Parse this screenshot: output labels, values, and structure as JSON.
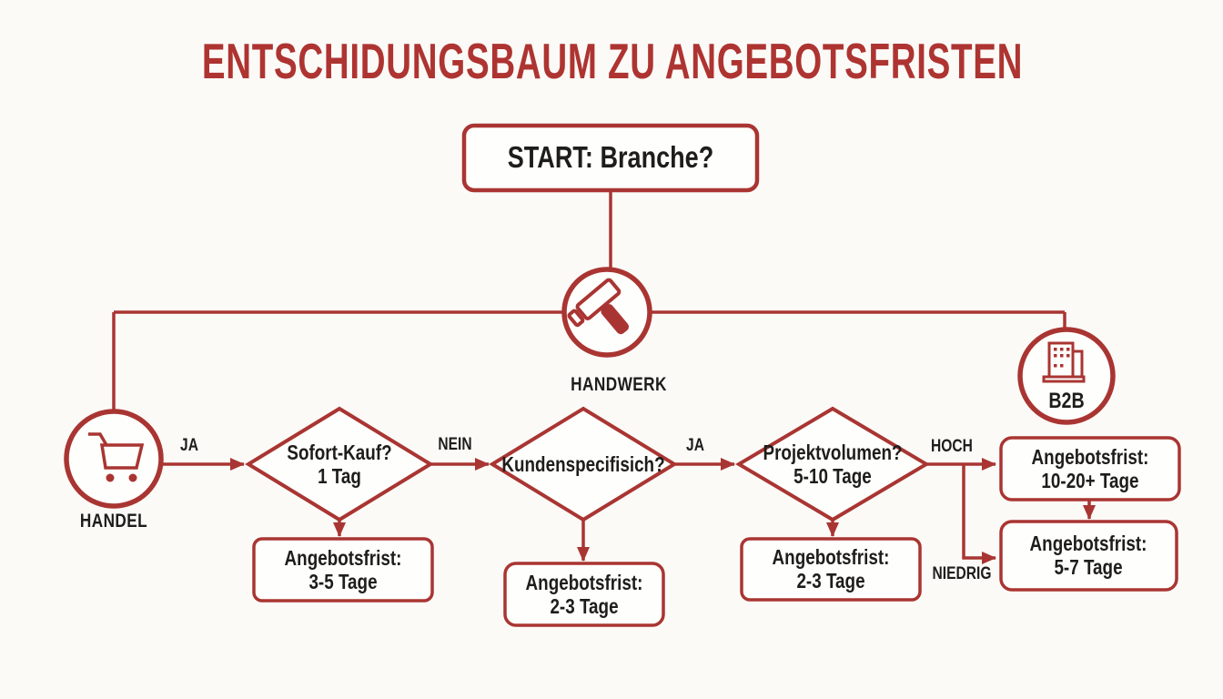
{
  "title": "ENTSCHIDUNGSBAUM ZU ANGEBOTSFRISTEN",
  "colors": {
    "accent": "#A93532",
    "title": "#AE3431",
    "text": "#1E1D1B",
    "background": "#FBFAF7"
  },
  "start": {
    "label": "START: Branche?"
  },
  "branches": {
    "handel": {
      "label": "HANDEL",
      "icon": "shopping-cart-icon"
    },
    "handwerk": {
      "label": "HANDWERK",
      "icon": "hammer-icon"
    },
    "b2b": {
      "label": "B2B",
      "icon": "building-icon"
    }
  },
  "decisions": [
    {
      "line1": "Sofort-Kauf?",
      "line2": "1 Tag"
    },
    {
      "line1": "Kundenspecifisich?",
      "line2": ""
    },
    {
      "line1": "Projektvolumen?",
      "line2": "5-10 Tage"
    }
  ],
  "results": [
    {
      "line1": "Angebotsfrist:",
      "line2": "3-5 Tage"
    },
    {
      "line1": "Angebotsfrist:",
      "line2": "2-3 Tage"
    },
    {
      "line1": "Angebotsfrist:",
      "line2": "2-3 Tage"
    },
    {
      "line1": "Angebotsfrist:",
      "line2": "10-20+ Tage"
    },
    {
      "line1": "Angebotsfrist:",
      "line2": "5-7 Tage"
    }
  ],
  "edge_labels": {
    "handel_to_d1": "JA",
    "d1_to_d2": "NEIN",
    "d2_to_d3": "JA",
    "d3_high": "HOCH",
    "d3_low": "NIEDRIG"
  }
}
